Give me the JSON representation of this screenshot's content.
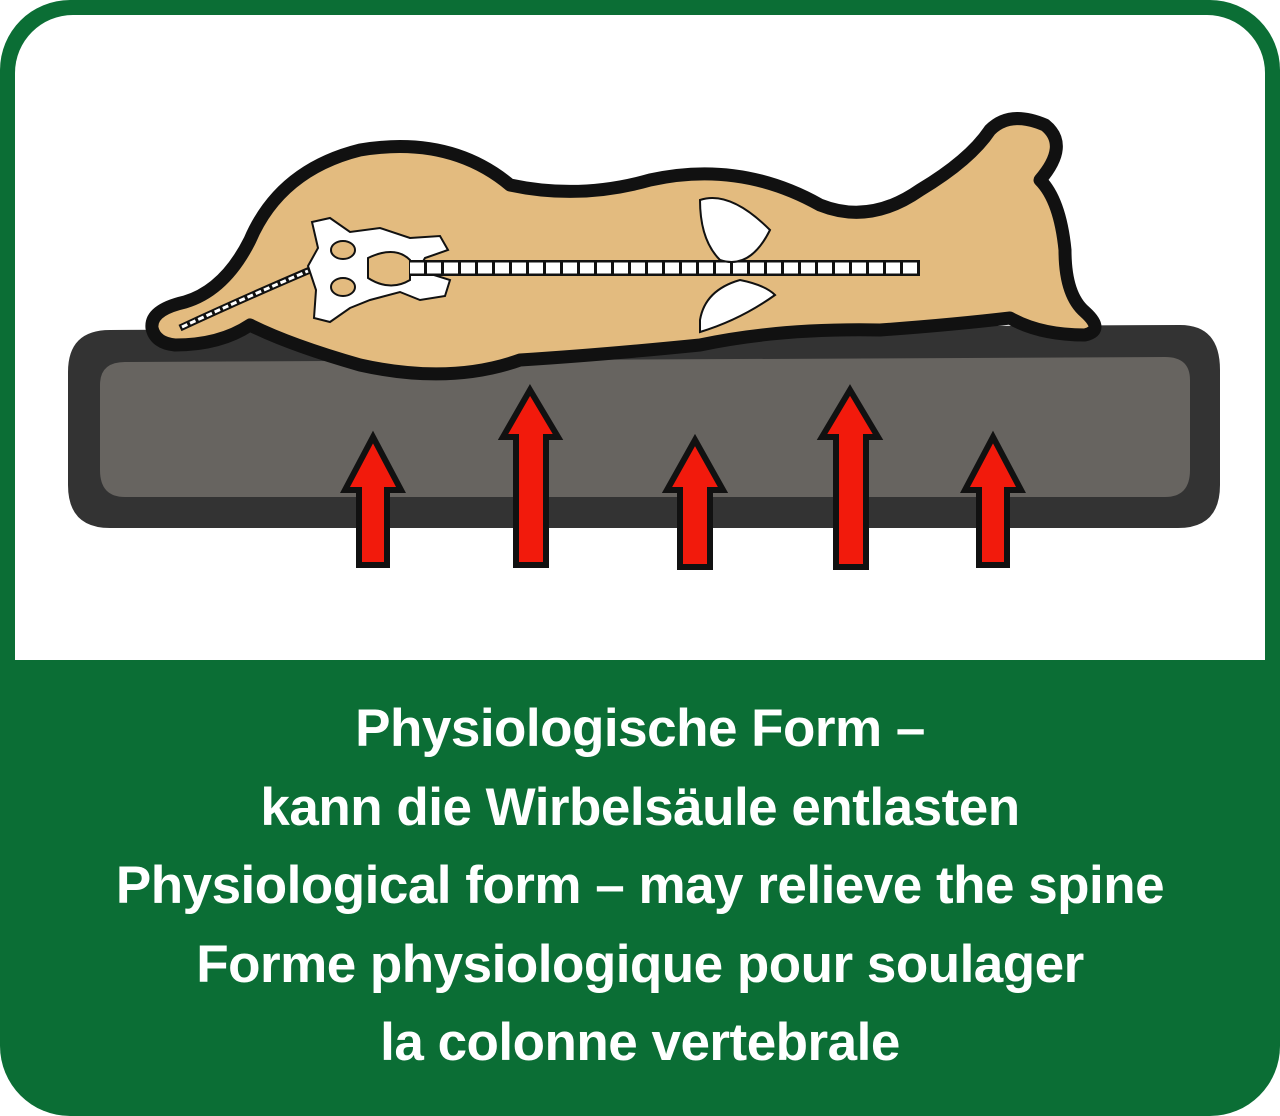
{
  "colors": {
    "frame": "#0b6e35",
    "body": "#e3bb7f",
    "mattress_outer": "#333333",
    "mattress_inner": "#676460",
    "arrow": "#f21a0c"
  },
  "illustration": {
    "icon": "dog-on-orthopedic-bed-illustration",
    "arrow_count": 5
  },
  "caption": {
    "lines": [
      "Physiologische Form –",
      "kann die Wirbelsäule entlasten",
      "Physiological form – may relieve the spine",
      "Forme physiologique pour soulager",
      "la colonne vertebrale"
    ]
  }
}
